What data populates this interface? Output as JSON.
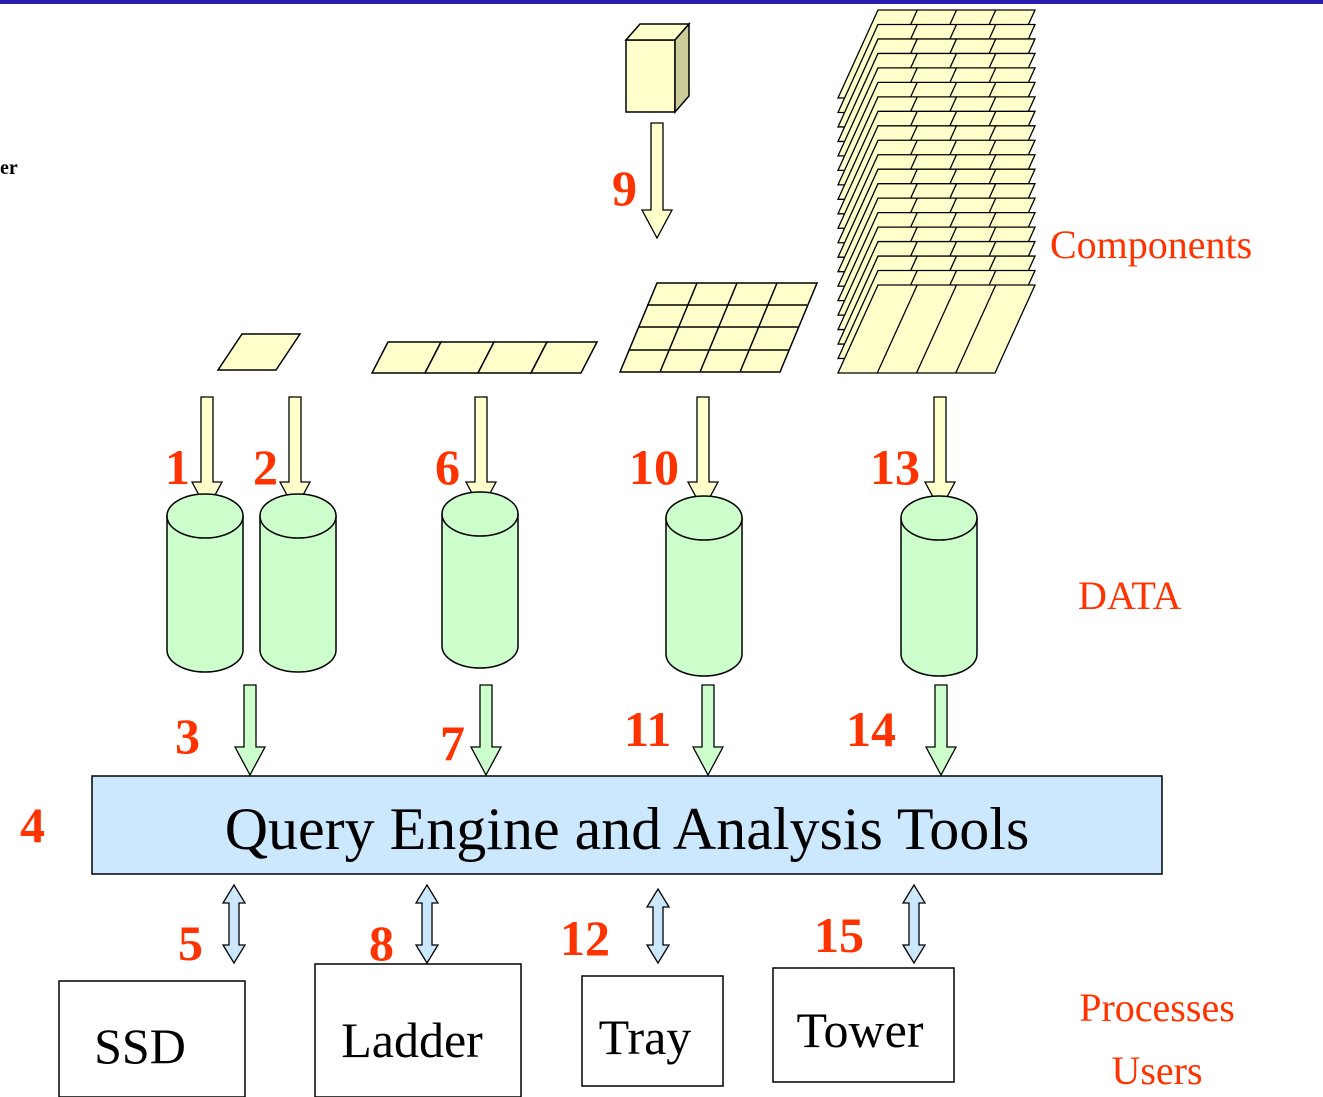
{
  "colors": {
    "top_bar": "#2a1fb0",
    "tile_fill": "#ffffcc",
    "cylinder_fill": "#ccffcc",
    "query_fill": "#cce8ff",
    "number_color": "#ff3300",
    "label_color": "#ff3300"
  },
  "side_fragment": "er",
  "labels": {
    "components": "Components",
    "data": "DATA",
    "processes": "Processes",
    "users": "Users"
  },
  "query_engine": "Query Engine  and Analysis Tools",
  "step_numbers": {
    "s1": "1",
    "s2": "2",
    "s3": "3",
    "s4": "4",
    "s5": "5",
    "s6": "6",
    "s7": "7",
    "s8": "8",
    "s9": "9",
    "s10": "10",
    "s11": "11",
    "s12": "12",
    "s13": "13",
    "s14": "14",
    "s15": "15"
  },
  "processes": {
    "ssd": "SSD",
    "ladder": "Ladder",
    "tray": "Tray",
    "tower": "Tower"
  },
  "icons": [
    "block-icon",
    "tile-icon",
    "ladder-icon",
    "tray-icon",
    "tower-stack-icon",
    "cylinder-icon",
    "arrow-down-icon",
    "double-arrow-icon"
  ]
}
